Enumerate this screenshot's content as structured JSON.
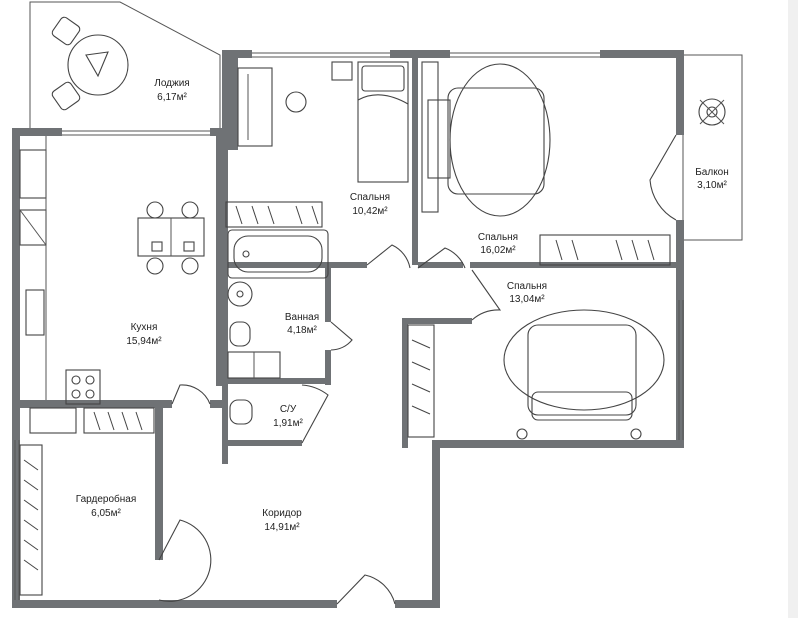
{
  "rooms": [
    {
      "id": "loggia",
      "name": "Лоджия",
      "area": "6,17м²"
    },
    {
      "id": "bedroom1",
      "name": "Спальня",
      "area": "10,42м²"
    },
    {
      "id": "bedroom2",
      "name": "Спальня",
      "area": "16,02м²"
    },
    {
      "id": "balcony",
      "name": "Балкон",
      "area": "3,10м²"
    },
    {
      "id": "kitchen",
      "name": "Кухня",
      "area": "15,94м²"
    },
    {
      "id": "bathroom",
      "name": "Ванная",
      "area": "4,18м²"
    },
    {
      "id": "bedroom3",
      "name": "Спальня",
      "area": "13,04м²"
    },
    {
      "id": "wc",
      "name": "С/У",
      "area": "1,91м²"
    },
    {
      "id": "wardrobe",
      "name": "Гардеробная",
      "area": "6,05м²"
    },
    {
      "id": "corridor",
      "name": "Коридор",
      "area": "14,91м²"
    }
  ]
}
